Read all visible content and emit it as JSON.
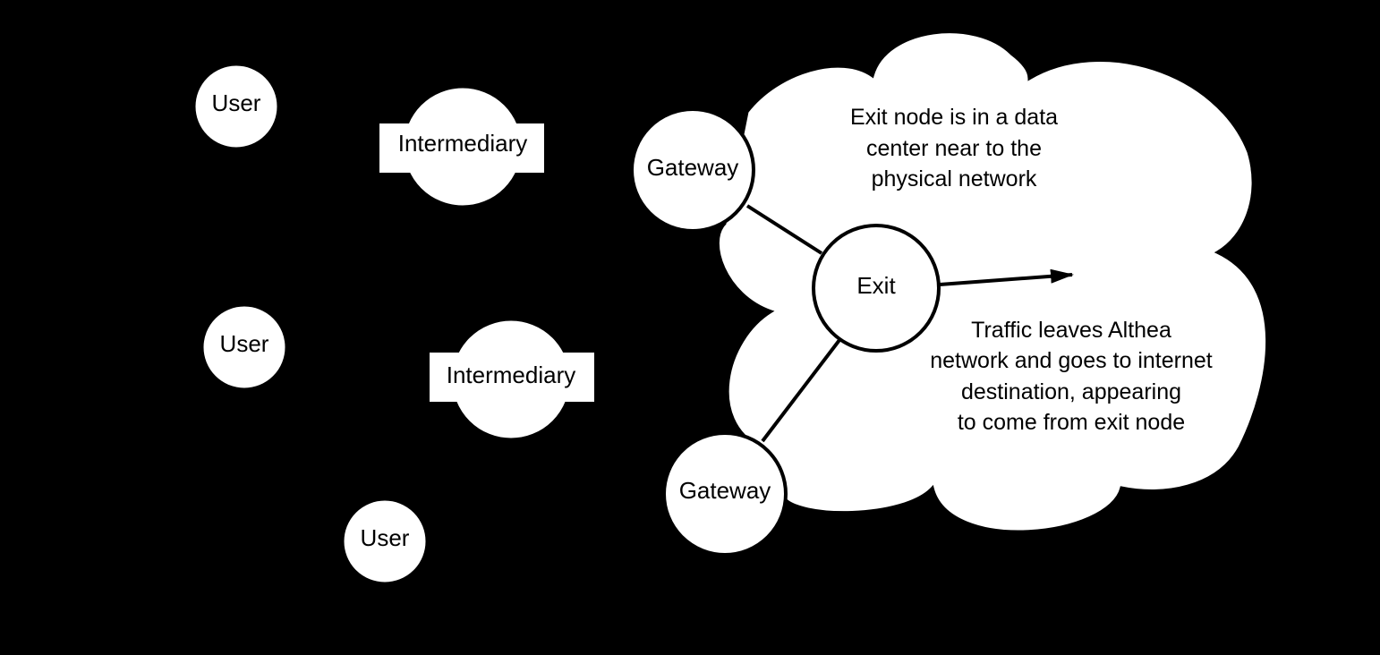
{
  "diagram": {
    "background_color": "#000000",
    "node_fill": "#ffffff",
    "stroke_color": "#000000",
    "nodes": {
      "user_1": {
        "label": "User"
      },
      "user_2": {
        "label": "User"
      },
      "user_3": {
        "label": "User"
      },
      "intermediary_1": {
        "label": "Intermediary"
      },
      "intermediary_2": {
        "label": "Intermediary"
      },
      "gateway_1": {
        "label": "Gateway"
      },
      "gateway_2": {
        "label": "Gateway"
      },
      "exit": {
        "label": "Exit"
      }
    },
    "edges": [
      {
        "from": "gateway_1",
        "to": "exit",
        "type": "line"
      },
      {
        "from": "gateway_2",
        "to": "exit",
        "type": "line"
      },
      {
        "from": "exit",
        "to": "internet",
        "type": "arrow"
      }
    ],
    "cloud": {
      "note_top": [
        "Exit node is in a data",
        "center near to the",
        "physical network"
      ],
      "note_bottom": [
        "Traffic leaves Althea",
        "network and goes to internet",
        "destination, appearing",
        "to come from exit node"
      ]
    }
  }
}
